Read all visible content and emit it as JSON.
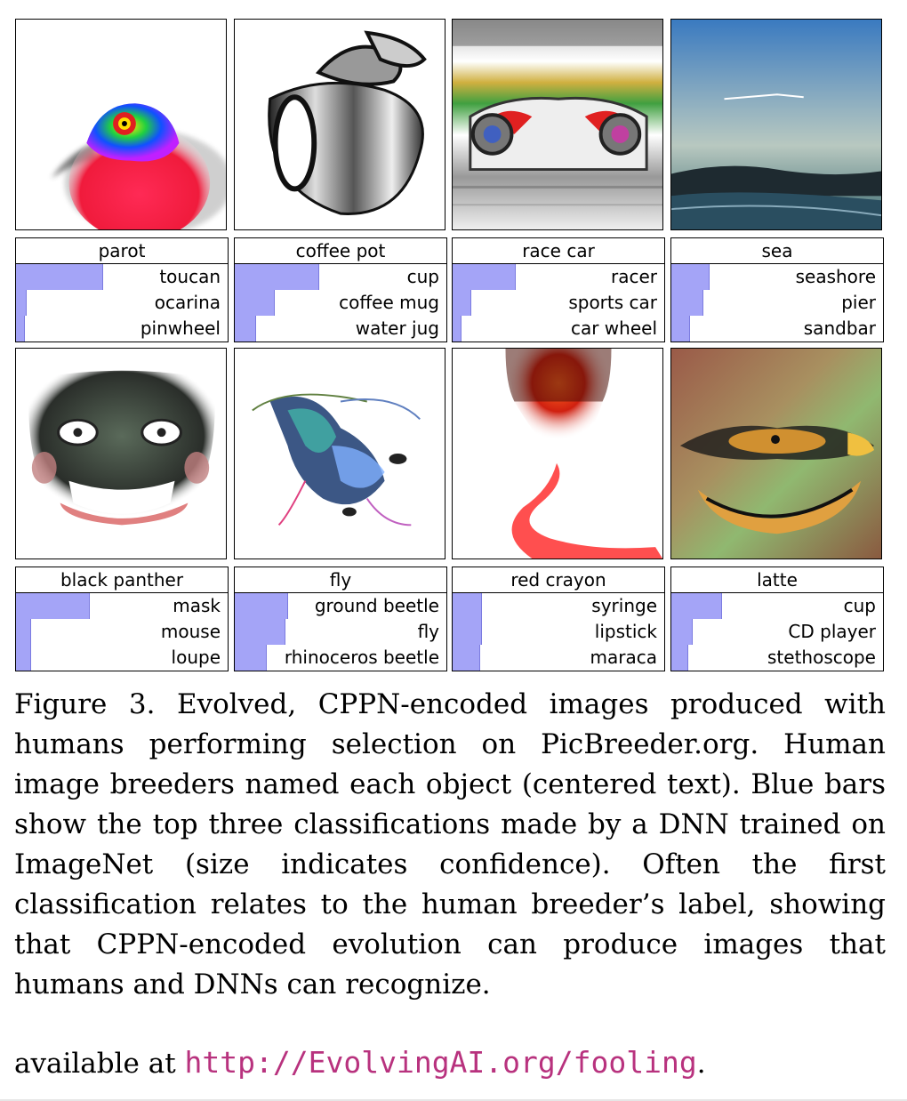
{
  "figure": {
    "bar_color": "#a4a4f7",
    "items": [
      {
        "label": "parot",
        "preds": [
          {
            "name": "toucan",
            "conf": 0.41
          },
          {
            "name": "ocarina",
            "conf": 0.05
          },
          {
            "name": "pinwheel",
            "conf": 0.04
          }
        ]
      },
      {
        "label": "coffee pot",
        "preds": [
          {
            "name": "cup",
            "conf": 0.4
          },
          {
            "name": "coffee mug",
            "conf": 0.19
          },
          {
            "name": "water jug",
            "conf": 0.1
          }
        ]
      },
      {
        "label": "race car",
        "preds": [
          {
            "name": "racer",
            "conf": 0.3
          },
          {
            "name": "sports car",
            "conf": 0.09
          },
          {
            "name": "car wheel",
            "conf": 0.04
          }
        ]
      },
      {
        "label": "sea",
        "preds": [
          {
            "name": "seashore",
            "conf": 0.18
          },
          {
            "name": "pier",
            "conf": 0.15
          },
          {
            "name": "sandbar",
            "conf": 0.09
          }
        ]
      },
      {
        "label": "black panther",
        "preds": [
          {
            "name": "mask",
            "conf": 0.35
          },
          {
            "name": "mouse",
            "conf": 0.07
          },
          {
            "name": "loupe",
            "conf": 0.07
          }
        ]
      },
      {
        "label": "fly",
        "preds": [
          {
            "name": "ground beetle",
            "conf": 0.25
          },
          {
            "name": "fly",
            "conf": 0.24
          },
          {
            "name": "rhinoceros beetle",
            "conf": 0.15
          }
        ]
      },
      {
        "label": "red crayon",
        "preds": [
          {
            "name": "syringe",
            "conf": 0.14
          },
          {
            "name": "lipstick",
            "conf": 0.14
          },
          {
            "name": "maraca",
            "conf": 0.13
          }
        ]
      },
      {
        "label": "latte",
        "preds": [
          {
            "name": "cup",
            "conf": 0.24
          },
          {
            "name": "CD player",
            "conf": 0.1
          },
          {
            "name": "stethoscope",
            "conf": 0.08
          }
        ]
      }
    ]
  },
  "caption": "Figure 3.  Evolved, CPPN-encoded images produced with humans performing selection on PicBreeder.org.  Human image breeders named each object (centered text). Blue bars show the top three classifications made by a DNN trained on ImageNet (size indicates confidence). Often the first classification relates to the human breeder’s label, showing that CPPN-encoded evolution can produce images that humans and DNNs can recognize.",
  "availability": {
    "prefix": "available at ",
    "url": "http://EvolvingAI.org/fooling",
    "suffix": "."
  }
}
